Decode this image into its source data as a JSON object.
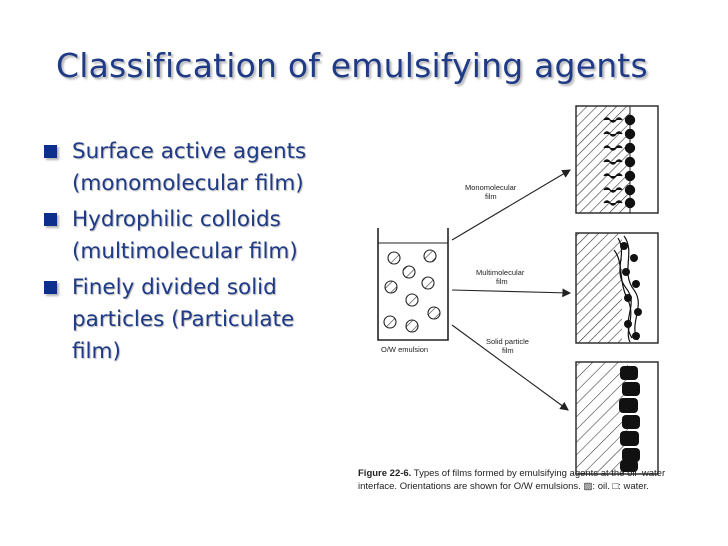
{
  "slide": {
    "title": "Classification of emulsifying agents",
    "bullets": [
      {
        "text": "Surface active agents\n(monomolecular film)"
      },
      {
        "text": "Hydrophilic colloids\n(multimolecular film)"
      },
      {
        "text": "Finely divided solid\nparticles (Particulate\nfilm)"
      }
    ],
    "bullet_color": "#0c2f8c",
    "text_color": "#1f3a86"
  },
  "figure": {
    "emulsion_label": "O/W emulsion",
    "film_labels": [
      {
        "line1": "Monomolecular",
        "line2": "film"
      },
      {
        "line1": "Multimolecular",
        "line2": "film"
      },
      {
        "line1": "Solid particle",
        "line2": "film"
      }
    ],
    "caption_number": "Figure 22-6.",
    "caption_text": "Types of films formed by emulsifying agents at the oil–water interface. Orientations are shown for O/W emulsions. ▨: oil. □: water."
  }
}
